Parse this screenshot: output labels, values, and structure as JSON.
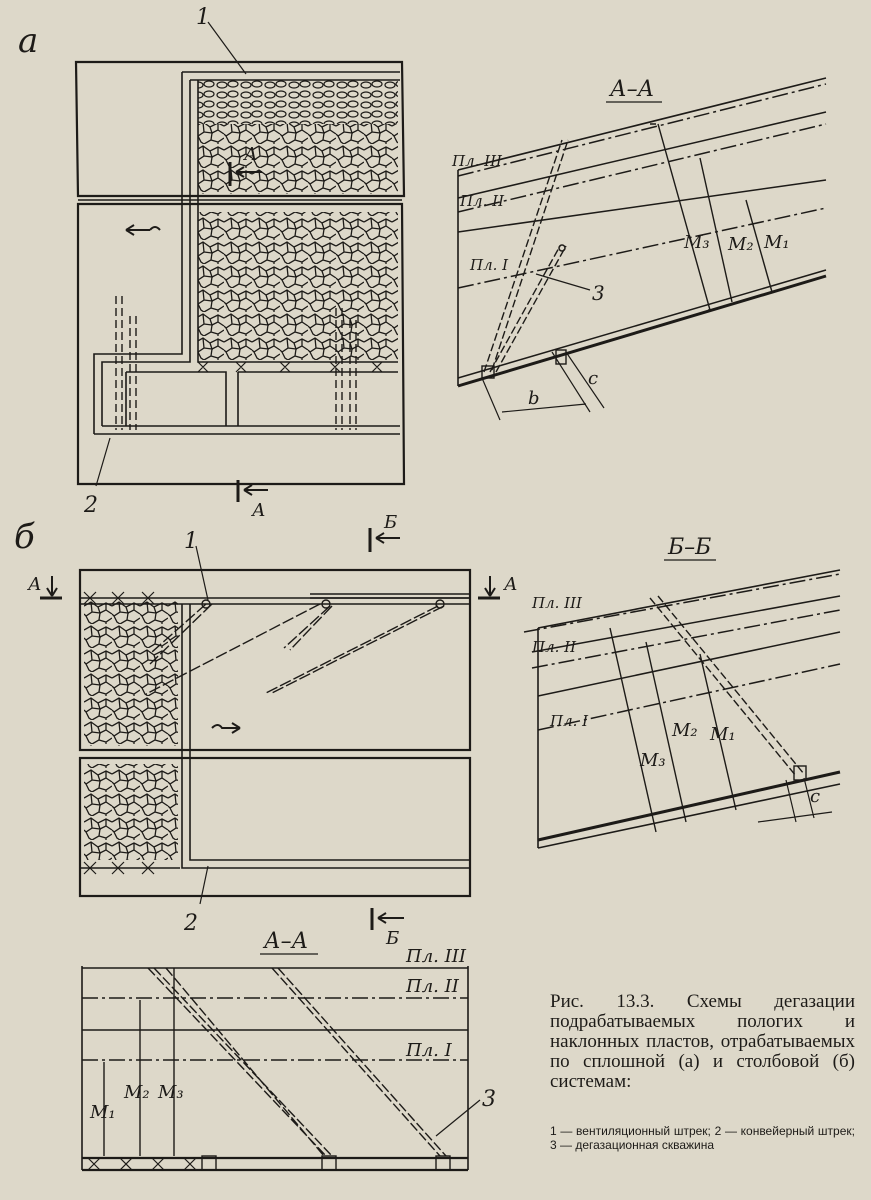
{
  "figure_labels": {
    "a": "а",
    "b": "б",
    "num1": "1",
    "num2": "2",
    "num3": "3"
  },
  "sections": {
    "aa": "А–А",
    "bb": "Б–Б",
    "a_mark": "А",
    "b_mark": "Б"
  },
  "seams": {
    "s1": "Пл. I",
    "s2": "Пл. II",
    "s3": "Пл. III"
  },
  "dims": {
    "m1": "М₁",
    "m2": "М₂",
    "m3": "М₃",
    "b": "b",
    "c": "с"
  },
  "caption": "Рис. 13.3. Схемы дегазации подрабатываемых пологих и наклонных пластов, отрабатываемых по сплошной (а) и столбовой (б) системам:",
  "legend": "1 — вентиляционный штрек; 2 — конвейерный штрек; 3 — дегазационная скважина"
}
